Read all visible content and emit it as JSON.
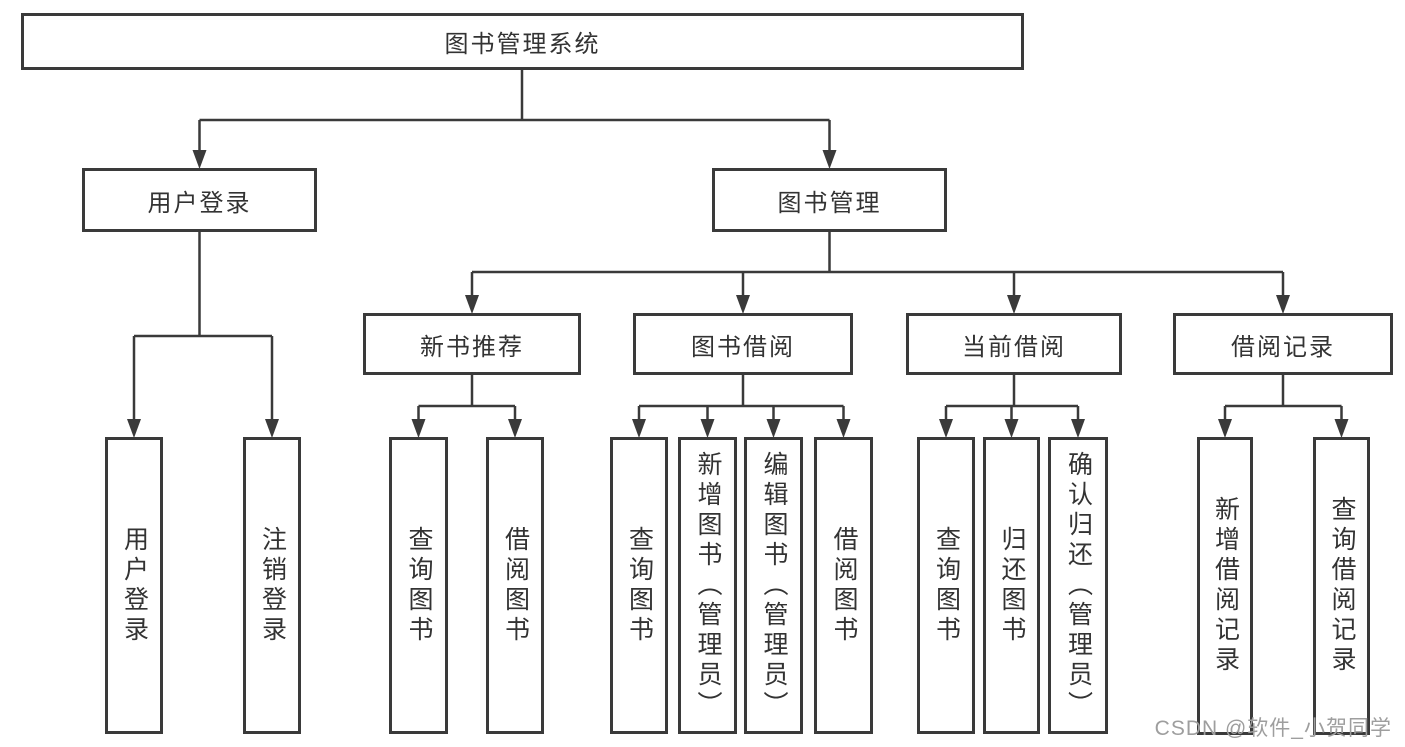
{
  "diagram": {
    "root": {
      "label": "图书管理系统"
    },
    "level2": [
      {
        "label": "用户登录"
      },
      {
        "label": "图书管理"
      }
    ],
    "level3": [
      {
        "label": "新书推荐"
      },
      {
        "label": "图书借阅"
      },
      {
        "label": "当前借阅"
      },
      {
        "label": "借阅记录"
      }
    ],
    "leaves": {
      "user_login": [
        {
          "label": "用户登录"
        },
        {
          "label": "注销登录"
        }
      ],
      "new_book_rec": [
        {
          "label": "查询图书"
        },
        {
          "label": "借阅图书"
        }
      ],
      "book_borrow": [
        {
          "label": "查询图书"
        },
        {
          "label": "新增图书（管理员）"
        },
        {
          "label": "编辑图书（管理员）"
        },
        {
          "label": "借阅图书"
        }
      ],
      "current_borrow": [
        {
          "label": "查询图书"
        },
        {
          "label": "归还图书"
        },
        {
          "label": "确认归还（管理员）"
        }
      ],
      "borrow_records": [
        {
          "label": "新增借阅记录"
        },
        {
          "label": "查询借阅记录"
        }
      ]
    },
    "watermark": "CSDN @软件_小贺同学",
    "colors": {
      "line": "#3a3a3a",
      "text": "#333333",
      "box-bg": "#ffffff",
      "watermark": "#9e9e9e",
      "background": "#ffffff"
    }
  }
}
